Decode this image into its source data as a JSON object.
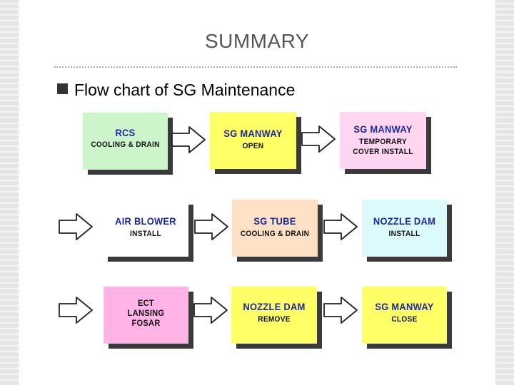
{
  "header": {
    "title": "SUMMARY"
  },
  "section": {
    "subtitle": "Flow chart of SG Maintenance"
  },
  "diagram": {
    "boxes": [
      {
        "heading": "RCS",
        "lines": [
          "COOLING & DRAIN"
        ],
        "color": "#ccf5cc"
      },
      {
        "heading": "SG MANWAY",
        "lines": [
          "OPEN"
        ],
        "color": "#ffff66"
      },
      {
        "heading": "SG MANWAY",
        "lines": [
          "TEMPORARY",
          "COVER INSTALL"
        ],
        "color": "#ffd6f2"
      },
      {
        "heading": "AIR BLOWER",
        "lines": [
          "INSTALL"
        ],
        "color": "#ffffff"
      },
      {
        "heading": "SG TUBE",
        "lines": [
          "COOLING & DRAIN"
        ],
        "color": "#ffe0c4"
      },
      {
        "heading": "NOZZLE DAM",
        "lines": [
          "INSTALL"
        ],
        "color": "#ddfafa"
      },
      {
        "heading": "",
        "lines": [
          "ECT",
          "LANSING",
          "FOSAR"
        ],
        "color": "#ffb3e6"
      },
      {
        "heading": "NOZZLE DAM",
        "lines": [
          "REMOVE"
        ],
        "color": "#ffff66"
      },
      {
        "heading": "SG MANWAY",
        "lines": [
          "CLOSE"
        ],
        "color": "#ffff66"
      }
    ]
  }
}
